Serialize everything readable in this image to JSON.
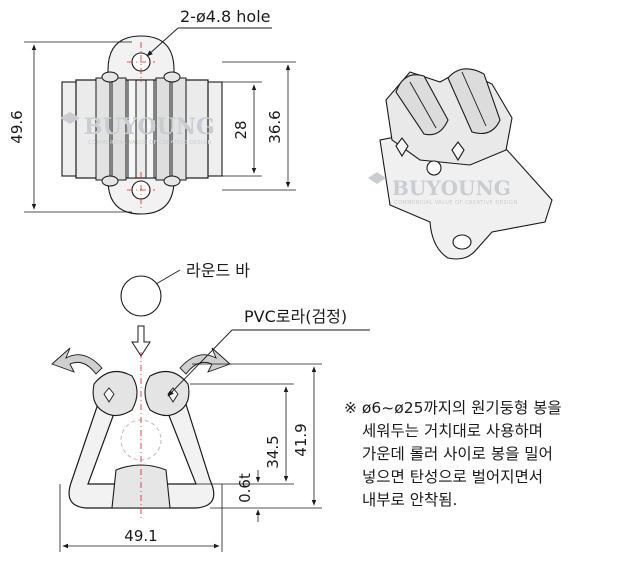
{
  "labels": {
    "hole": "2-ø4.8 hole",
    "round_bar": "라운드 바",
    "pvc_roller": "PVC로라(검정)"
  },
  "dimensions": {
    "height_outer": "49.6",
    "roller_length": "28",
    "hole_pitch": "36.6",
    "overall_height": "41.9",
    "inner_height": "34.5",
    "thickness": "0.6t",
    "width": "49.1"
  },
  "watermark": {
    "brand": "BUYOUNG",
    "slogan": "COMMERCIAL VALUE OF CREATIVE DESIGN"
  },
  "note": {
    "lines": [
      "※ ø6~ø25까지의 원기둥형 봉을",
      "세워두는 거치대로 사용하며",
      "가운데 롤러 사이로 봉을 밀어",
      "넣으면 탄성으로 벌어지면서",
      "내부로 안착됨."
    ]
  },
  "colors": {
    "line": "#1a1a1a",
    "body_fill": "#f2f2f2",
    "roller_fill": "#e4e4e4",
    "center_line": "#e02020",
    "arrow_fill": "#cfcfcf",
    "watermark": "#c9ccd0"
  }
}
